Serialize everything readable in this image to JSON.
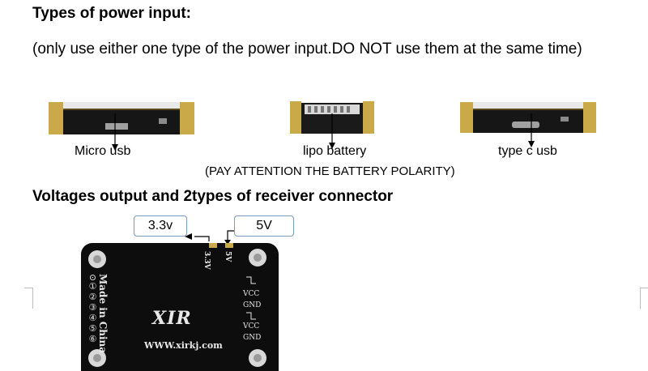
{
  "doc": {
    "title": "Types of power input:",
    "subtitle": "(only use either one type of the power input.DO NOT use them at the same time)"
  },
  "inputs": [
    {
      "label": "Micro usb"
    },
    {
      "label": "lipo battery"
    },
    {
      "label": "type c usb"
    }
  ],
  "battery_note": "(PAY ATTENTION THE BATTERY POLARITY)",
  "voltage_section": {
    "title": "Voltages output and 2types of receiver connector",
    "box_3v3": "3.3v",
    "box_5v": "5V"
  },
  "board": {
    "pin_3v3": "3.3V",
    "pin_5v": "5V",
    "made_in": "Made in China",
    "numbers": "⊙①②③④⑤⑥",
    "logo": "XIR",
    "website": "WWW.xirkj.com",
    "vcc1": "VCC",
    "gnd1": "GND",
    "vcc2": "VCC",
    "gnd2": "GND"
  }
}
